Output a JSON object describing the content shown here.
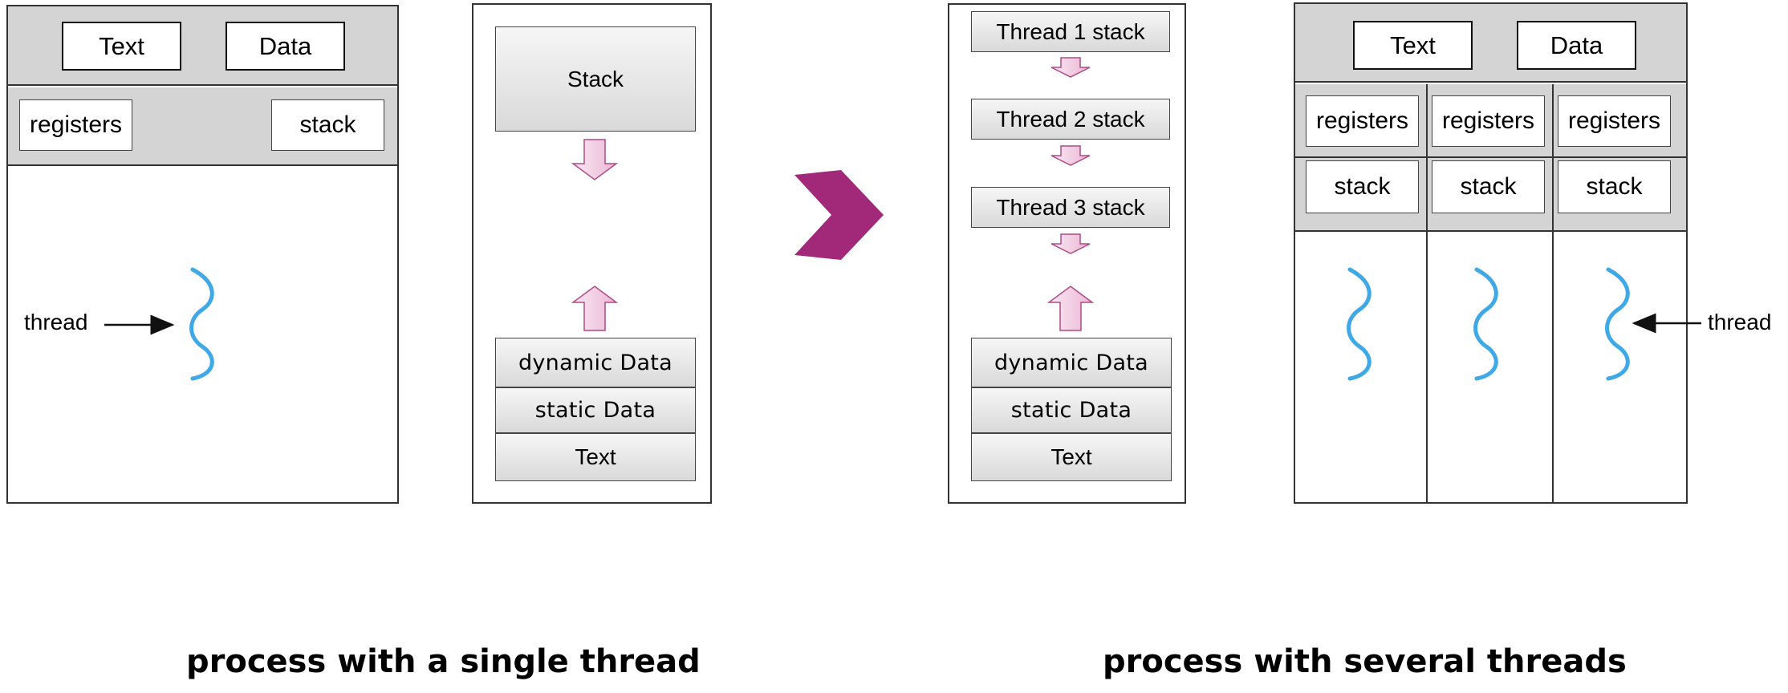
{
  "single": {
    "text_label": "Text",
    "data_label": "Data",
    "registers_label": "registers",
    "stack_label": "stack",
    "thread_label": "thread"
  },
  "single_memory": {
    "stack_label": "Stack",
    "dynamic_data_label": "dynamic Data",
    "static_data_label": "static Data",
    "text_label": "Text"
  },
  "multi_memory": {
    "thread_stacks": [
      "Thread 1 stack",
      "Thread 2 stack",
      "Thread 3 stack"
    ],
    "dynamic_data_label": "dynamic Data",
    "static_data_label": "static Data",
    "text_label": "Text"
  },
  "multi": {
    "text_label": "Text",
    "data_label": "Data",
    "columns": [
      {
        "registers_label": "registers",
        "stack_label": "stack"
      },
      {
        "registers_label": "registers",
        "stack_label": "stack"
      },
      {
        "registers_label": "registers",
        "stack_label": "stack"
      }
    ],
    "thread_label": "thread"
  },
  "captions": {
    "single": "process with a single thread",
    "multi": "process with several threads"
  },
  "colors": {
    "thread_wave": "#3fa9e8",
    "transition_arrow": "#a2297a",
    "growth_arrow_fill": "#f3cde3",
    "growth_arrow_stroke": "#b04a88",
    "band_gray": "#d4d4d4"
  }
}
